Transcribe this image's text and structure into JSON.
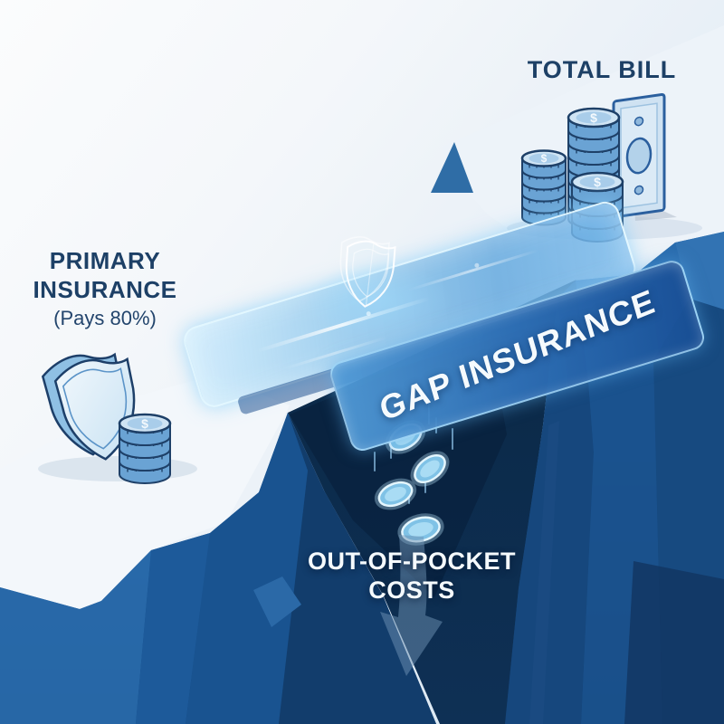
{
  "scene": {
    "description": "Isometric illustration of gap insurance bridging the chasm between primary insurance and the total bill, with out-of-pocket costs falling into the gap"
  },
  "labels": {
    "primary_insurance": {
      "line1": "PRIMARY",
      "line2": "INSURANCE",
      "subtitle": "(Pays 80%)"
    },
    "total_bill": "TOTAL BILL",
    "bridge": "GAP INSURANCE",
    "out_of_pocket": {
      "line1": "OUT-OF-POCKET",
      "line2": "COSTS"
    }
  },
  "icons": {
    "coin_symbol": "$"
  },
  "colors": {
    "heading_navy": "#1d4066",
    "text_white": "#f5fafd",
    "cliff_light": "#2a6cae",
    "cliff_mid": "#1f5c9e",
    "cliff_dark": "#16477d",
    "chasm_dark": "#0b2845",
    "bridge_glass": "#4a9bd8",
    "coin_face_light": "#cfe4f4",
    "coin_body": "#6aa3d4",
    "coin_outline": "#1e4068",
    "arrow_blue": "#6e91b4"
  }
}
